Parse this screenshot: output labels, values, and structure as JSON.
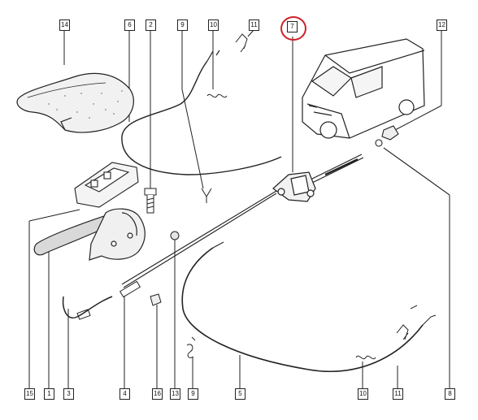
{
  "callouts": {
    "c14": "14",
    "c6": "6",
    "c2": "2",
    "c9": "9",
    "c10": "10",
    "c11": "11",
    "c7": "7",
    "c12": "12",
    "c15": "15",
    "c1": "1",
    "c3": "3",
    "c4": "4",
    "c16": "16",
    "c13": "13",
    "c9b": "9",
    "c5": "5",
    "c10b": "10",
    "c11b": "11",
    "c8": "8"
  },
  "highlight": {
    "label": "7",
    "color": "#d0202a"
  }
}
